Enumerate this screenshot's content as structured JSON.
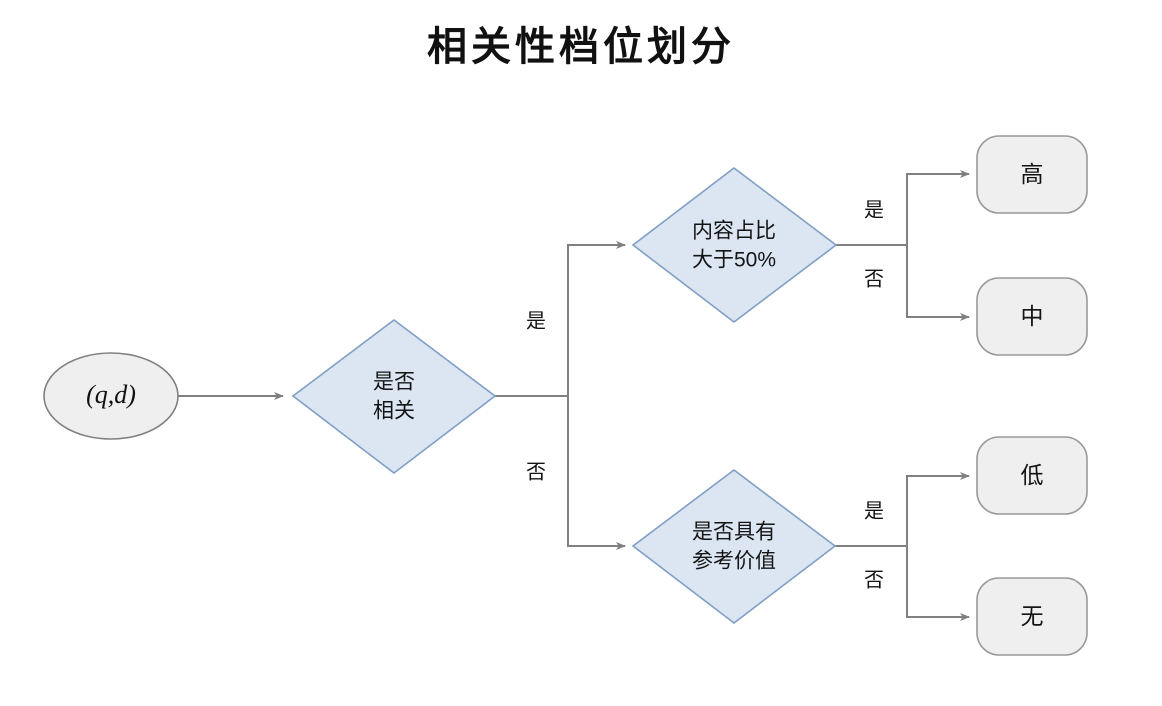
{
  "title": "相关性档位划分",
  "diagram": {
    "type": "flowchart",
    "start": {
      "id": "start",
      "shape": "ellipse",
      "label": "(q,d)",
      "fill": "#efefef",
      "stroke": "#808080"
    },
    "decisions": [
      {
        "id": "d1",
        "shape": "diamond",
        "line1": "是否",
        "line2": "相关",
        "fill": "#dce5f2",
        "stroke": "#7f9fc4"
      },
      {
        "id": "d2",
        "shape": "diamond",
        "line1": "内容占比",
        "line2": "大于50%",
        "fill": "#dce5f2",
        "stroke": "#7f9fc4"
      },
      {
        "id": "d3",
        "shape": "diamond",
        "line1": "是否具有",
        "line2": "参考价值",
        "fill": "#dce5f2",
        "stroke": "#7f9fc4"
      }
    ],
    "results": [
      {
        "id": "r1",
        "shape": "rounded-rect",
        "label": "高",
        "fill": "#efefef",
        "stroke": "#999999"
      },
      {
        "id": "r2",
        "shape": "rounded-rect",
        "label": "中",
        "fill": "#efefef",
        "stroke": "#999999"
      },
      {
        "id": "r3",
        "shape": "rounded-rect",
        "label": "低",
        "fill": "#efefef",
        "stroke": "#999999"
      },
      {
        "id": "r4",
        "shape": "rounded-rect",
        "label": "无",
        "fill": "#efefef",
        "stroke": "#999999"
      }
    ],
    "edge_labels": {
      "d1_yes": "是",
      "d1_no": "否",
      "d2_yes": "是",
      "d2_no": "否",
      "d3_yes": "是",
      "d3_no": "否"
    },
    "edges": [
      {
        "from": "start",
        "to": "d1",
        "label": ""
      },
      {
        "from": "d1",
        "to": "d2",
        "label": "是"
      },
      {
        "from": "d1",
        "to": "d3",
        "label": "否"
      },
      {
        "from": "d2",
        "to": "r1",
        "label": "是"
      },
      {
        "from": "d2",
        "to": "r2",
        "label": "否"
      },
      {
        "from": "d3",
        "to": "r3",
        "label": "是"
      },
      {
        "from": "d3",
        "to": "r4",
        "label": "否"
      }
    ],
    "connector_color": "#808080"
  }
}
